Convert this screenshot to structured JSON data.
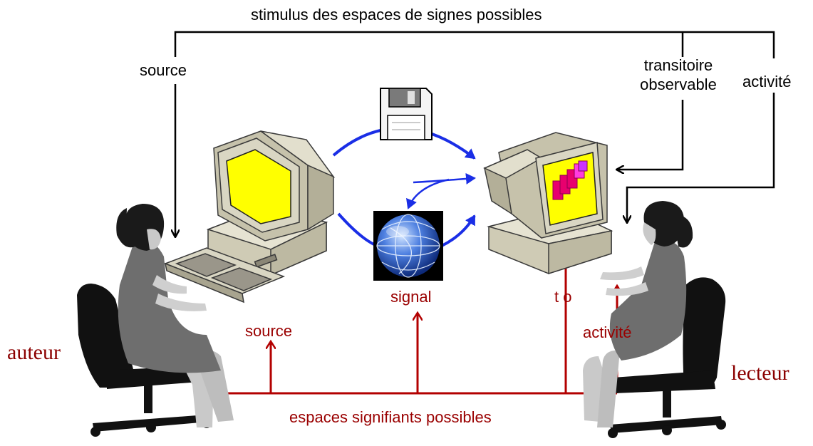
{
  "labels": {
    "top_title": "stimulus des espaces de signes possibles",
    "source_top": "source",
    "transitoire_line1": "transitoire",
    "transitoire_line2": "observable",
    "activite_top": "activité",
    "signal": "signal",
    "to": "t  o",
    "source_bottom": "source",
    "activite_bottom": "activité",
    "auteur": "auteur",
    "lecteur": "lecteur",
    "bottom": "espaces signifiants possibles"
  },
  "colors": {
    "black_lines": "#000000",
    "red_lines": "#b30000",
    "blue_arrows": "#1a2ee6",
    "screen_yellow": "#ffff00",
    "monitor_beige": "#d9d6c3",
    "person_gray": "#6e6e6e",
    "chair_black": "#111111",
    "globe_blue": "#2f5fd0"
  },
  "icons": [
    "floppy-disk-icon",
    "globe-icon",
    "computer-author-icon",
    "computer-reader-icon",
    "person-author-icon",
    "person-reader-icon"
  ]
}
